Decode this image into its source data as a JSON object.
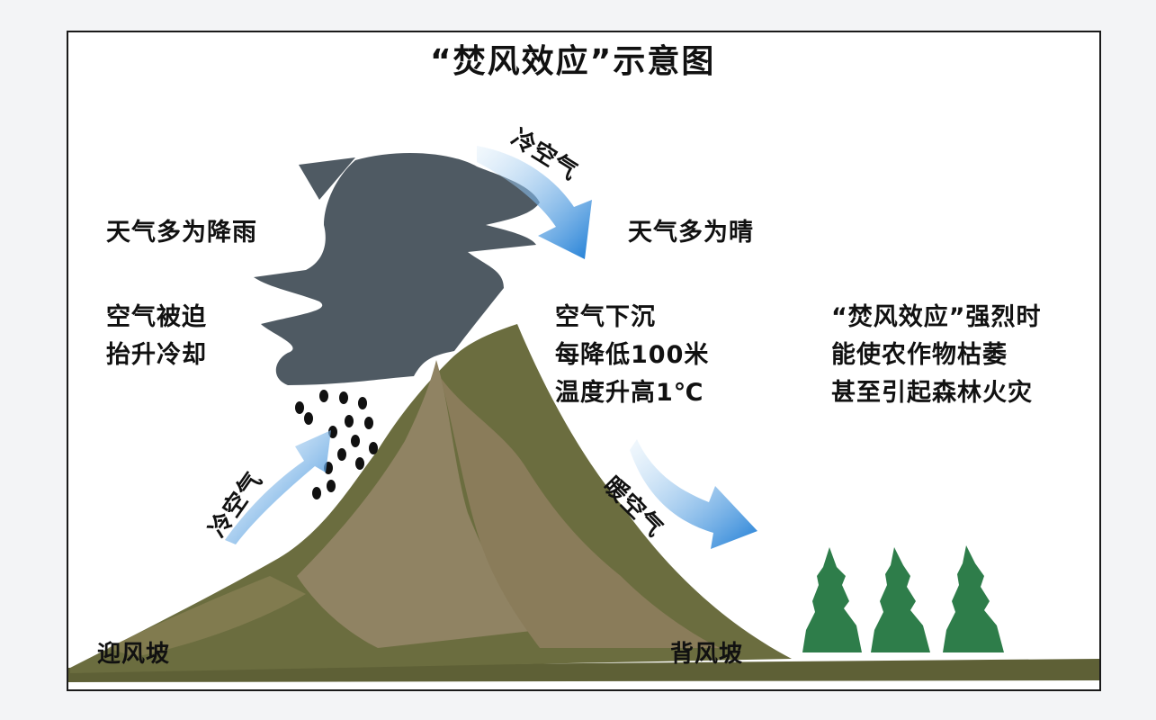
{
  "title": "“焚风效应”示意图",
  "labels": {
    "windward_weather": "天气多为降雨",
    "windward_air_1": "空气被迫",
    "windward_air_2": "抬升冷却",
    "leeward_weather": "天气多为晴",
    "leeward_air_1": "空气下沉",
    "leeward_air_2": "每降低100米",
    "leeward_air_3": "温度升高1℃",
    "effect_1": "“焚风效应”强烈时",
    "effect_2": "能使农作物枯萎",
    "effect_3": "甚至引起森林火灾",
    "cold_air_top": "冷空气",
    "cold_air_left": "冷空气",
    "warm_air": "暖空气",
    "windward_slope": "迎风坡",
    "leeward_slope": "背风坡"
  },
  "colors": {
    "cloud": "#4f5a63",
    "mountain_dark": "#6b6d3f",
    "mountain_light": "#908363",
    "arrow_blue": "#1f7ed6",
    "tree_green": "#2e7d4a",
    "rain": "#111111"
  }
}
